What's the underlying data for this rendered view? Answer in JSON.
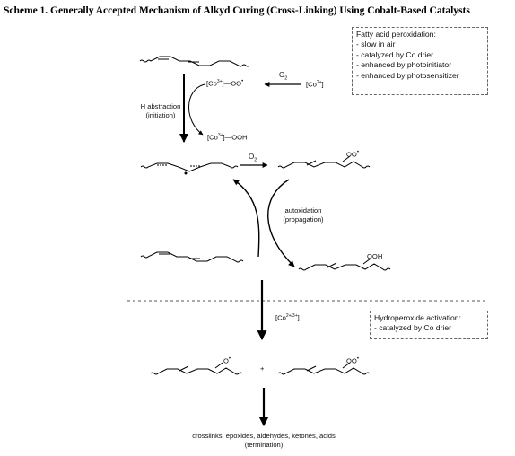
{
  "title": "Scheme 1. Generally Accepted Mechanism of Alkyd Curing (Cross-Linking) Using Cobalt-Based Catalysts",
  "fatty_acid_box": {
    "heading": "Fatty acid peroxidation:",
    "items": [
      "- slow in air",
      "- catalyzed by Co drier",
      "- enhanced by photoinitiator",
      "- enhanced by photosensitizer"
    ]
  },
  "hydroperoxide_box": {
    "heading": "Hydroperoxide activation:",
    "items": [
      "- catalyzed by Co drier"
    ]
  },
  "labels": {
    "co3_oo_bracket": "[Co",
    "co3_oo_charge": "3+",
    "co3_oo_tail": "]—OO",
    "radical_dot": "•",
    "o2": "O",
    "o2_sub": "2",
    "co2_bracket": "[Co",
    "co2_charge": "2+",
    "co2_tail": "]",
    "h_abstraction": "H abstraction",
    "initiation": "(initiation)",
    "co3_ooh_bracket": "[Co",
    "co3_ooh_charge": "3+",
    "co3_ooh_tail": "]—OOH",
    "oo_radical": "OO",
    "autoxidation": "autoxidation",
    "propagation": "(propagation)",
    "ooh": "OOH",
    "co23_bracket": "[Co",
    "co23_charge": "2+/3+",
    "co23_tail": "]",
    "o_radical": "O",
    "plus": "+",
    "products": "crosslinks, epoxides, aldehydes, ketones, acids",
    "termination": "(termination)"
  },
  "colors": {
    "line": "#000000",
    "dash": "#555555",
    "text": "#111111"
  }
}
